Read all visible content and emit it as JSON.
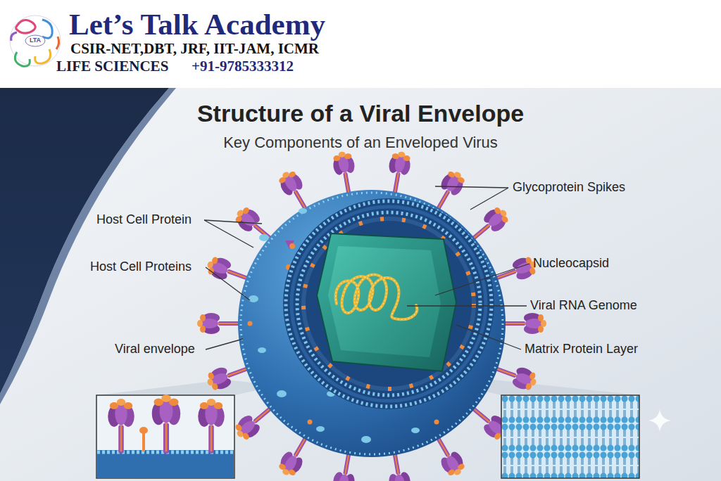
{
  "diagram": {
    "title": "Structure of a Viral Envelope",
    "labels": [
      "Let’s Talk Academy",
      "CSIR-NET,DBT, JRF, IIT-JAM, ICMR",
      "LIFE SCIENCES",
      "+91-9785333312",
      "Key Components of an Enveloped Virus",
      "Glycoprotein Spikes",
      "Host Cell Protein",
      "Host Cell Proteins",
      "Nucleocapsid",
      "Viral RNA Genome",
      "Viral envelope",
      "Matrix Protein Layer",
      "LTA"
    ]
  }
}
